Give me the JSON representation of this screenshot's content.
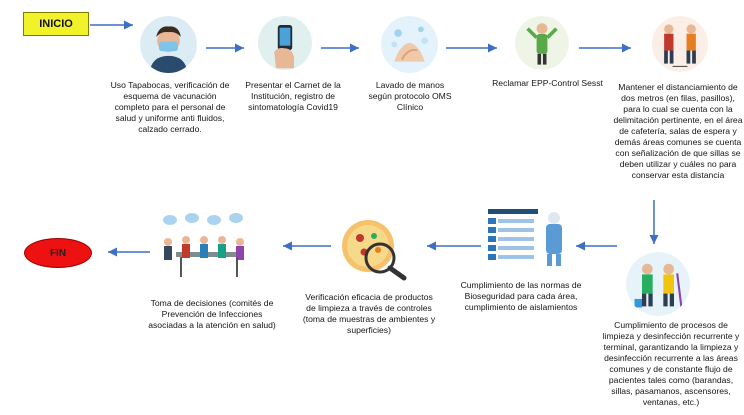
{
  "flow": {
    "start_label": "INICIO",
    "end_label": "FIN",
    "steps": [
      {
        "icon": "mask-person-icon",
        "text": "Uso Tapabocas, verificación de esquema de vacunación completo para el personal de salud y uniforme anti fluidos, calzado cerrado."
      },
      {
        "icon": "phone-id-card-icon",
        "text": "Presentar el Carnet de la Institución, registro de sintomatología Covid19"
      },
      {
        "icon": "hand-washing-icon",
        "text": "Lavado de manos según protocolo OMS Clínico"
      },
      {
        "icon": "ppe-worker-icon",
        "text": "Reclamar EPP-Control Sesst"
      },
      {
        "icon": "distancing-people-icon",
        "text": "Mantener el distanciamiento de dos metros (en filas, pasillos), para lo cual se cuenta con la delimitación pertinente, en el área de cafetería, salas de espera y demás áreas comunes se cuenta con señalización de que sillas se deben utilizar y cuáles no para conservar esta distancia"
      },
      {
        "icon": "cleaning-staff-icon",
        "text": "Cumplimiento de procesos de limpieza y desinfección recurrente y terminal, garantizando la limpieza y desinfección recurrente a las áreas comunes y de constante flujo de pacientes tales como (barandas, sillas, pasamanos, ascensores, ventanas, etc.)"
      },
      {
        "icon": "biosafety-chart-icon",
        "text": "Cumplimiento de las normas de Bioseguridad para cada área, cumplimiento de aislamientos"
      },
      {
        "icon": "pizza-magnifier-icon",
        "text": "Verificación eficacia de productos de limpieza a través de controles (toma de muestras de ambientes y superficies)"
      },
      {
        "icon": "meeting-people-icon",
        "text": "Toma de decisiones (comités de Prevención de Infecciones asociadas a la atención en salud)"
      }
    ]
  },
  "colors": {
    "start": "#f2f22a",
    "end": "#ee1111",
    "arrow": "#3d6fc4"
  }
}
